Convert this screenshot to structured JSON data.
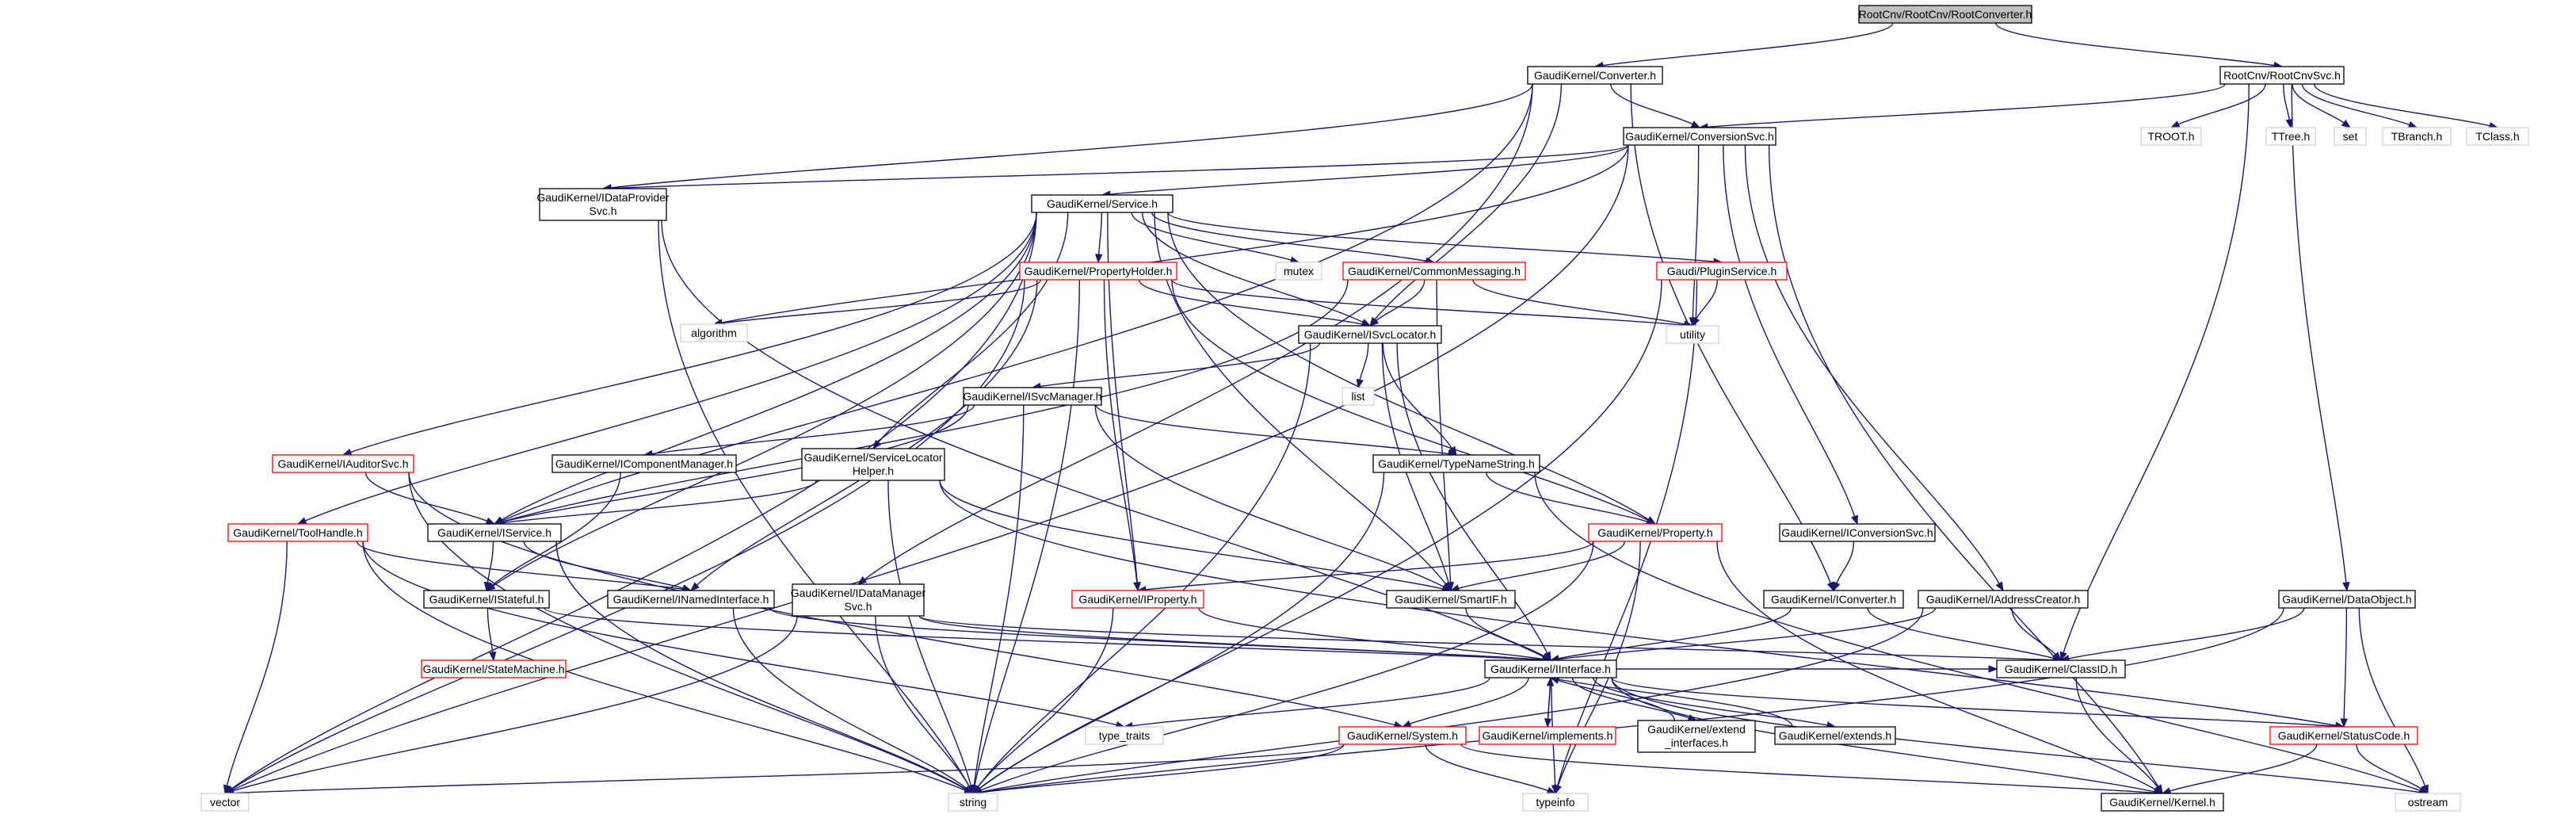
{
  "colors": {
    "edge": "#191970",
    "root_fill": "#bfbfbf",
    "black_border": "#000000",
    "red_border": "#ff0000",
    "plain_border": "#d3d3d3",
    "node_fill": "#ffffff"
  },
  "nodes": [
    {
      "id": "root",
      "label": "RootCnv/RootCnv/RootConverter.h",
      "style": "root"
    },
    {
      "id": "converter",
      "label": "GaudiKernel/Converter.h",
      "style": "black"
    },
    {
      "id": "rootcnvsvc",
      "label": "RootCnv/RootCnvSvc.h",
      "style": "black"
    },
    {
      "id": "conversionsvc",
      "label": "GaudiKernel/ConversionSvc.h",
      "style": "black"
    },
    {
      "id": "troot",
      "label": "TROOT.h",
      "style": "plain"
    },
    {
      "id": "ttree",
      "label": "TTree.h",
      "style": "plain"
    },
    {
      "id": "set",
      "label": "set",
      "style": "plain"
    },
    {
      "id": "tbranch",
      "label": "TBranch.h",
      "style": "plain"
    },
    {
      "id": "tclass",
      "label": "TClass.h",
      "style": "plain"
    },
    {
      "id": "idataprovidersvc",
      "label": "GaudiKernel/IDataProvider Svc.h",
      "style": "black"
    },
    {
      "id": "service",
      "label": "GaudiKernel/Service.h",
      "style": "black"
    },
    {
      "id": "propertyholder",
      "label": "GaudiKernel/PropertyHolder.h",
      "style": "red"
    },
    {
      "id": "mutex",
      "label": "mutex",
      "style": "plain"
    },
    {
      "id": "commonmessaging",
      "label": "GaudiKernel/CommonMessaging.h",
      "style": "red"
    },
    {
      "id": "pluginservice",
      "label": "Gaudi/PluginService.h",
      "style": "red"
    },
    {
      "id": "algorithm",
      "label": "algorithm",
      "style": "plain"
    },
    {
      "id": "isvclocator",
      "label": "GaudiKernel/ISvcLocator.h",
      "style": "black"
    },
    {
      "id": "utility",
      "label": "utility",
      "style": "plain"
    },
    {
      "id": "list",
      "label": "list",
      "style": "plain"
    },
    {
      "id": "isvcmanager",
      "label": "GaudiKernel/ISvcManager.h",
      "style": "black"
    },
    {
      "id": "iauditorsvc",
      "label": "GaudiKernel/IAuditorSvc.h",
      "style": "red"
    },
    {
      "id": "icomponentmanager",
      "label": "GaudiKernel/IComponentManager.h",
      "style": "black"
    },
    {
      "id": "servicelocatorhelper",
      "label": "GaudiKernel/ServiceLocator Helper.h",
      "style": "black"
    },
    {
      "id": "typenamestring",
      "label": "GaudiKernel/TypeNameString.h",
      "style": "black"
    },
    {
      "id": "toolhandle",
      "label": "GaudiKernel/ToolHandle.h",
      "style": "red"
    },
    {
      "id": "iservice",
      "label": "GaudiKernel/IService.h",
      "style": "black"
    },
    {
      "id": "property",
      "label": "GaudiKernel/Property.h",
      "style": "red"
    },
    {
      "id": "iconversionsvc",
      "label": "GaudiKernel/IConversionSvc.h",
      "style": "black"
    },
    {
      "id": "istateful",
      "label": "GaudiKernel/IStateful.h",
      "style": "black"
    },
    {
      "id": "inamedinterface",
      "label": "GaudiKernel/INamedInterface.h",
      "style": "black"
    },
    {
      "id": "idatamanagersvc",
      "label": "GaudiKernel/IDataManager Svc.h",
      "style": "black"
    },
    {
      "id": "iproperty",
      "label": "GaudiKernel/IProperty.h",
      "style": "red"
    },
    {
      "id": "smartif",
      "label": "GaudiKernel/SmartIF.h",
      "style": "black"
    },
    {
      "id": "iconverter",
      "label": "GaudiKernel/IConverter.h",
      "style": "black"
    },
    {
      "id": "addresscreator",
      "label": "GaudiKernel/IAddressCreator.h",
      "style": "black"
    },
    {
      "id": "dataobject",
      "label": "GaudiKernel/DataObject.h",
      "style": "black"
    },
    {
      "id": "statemachine",
      "label": "GaudiKernel/StateMachine.h",
      "style": "red"
    },
    {
      "id": "iinterface",
      "label": "GaudiKernel/IInterface.h",
      "style": "black"
    },
    {
      "id": "classid",
      "label": "GaudiKernel/ClassID.h",
      "style": "black"
    },
    {
      "id": "typetraits",
      "label": "type_traits",
      "style": "plain"
    },
    {
      "id": "system",
      "label": "GaudiKernel/System.h",
      "style": "red"
    },
    {
      "id": "implements",
      "label": "GaudiKernel/implements.h",
      "style": "red"
    },
    {
      "id": "extendinterfaces",
      "label": "GaudiKernel/extend _interfaces.h",
      "style": "black"
    },
    {
      "id": "extends",
      "label": "GaudiKernel/extends.h",
      "style": "black"
    },
    {
      "id": "statuscode",
      "label": "GaudiKernel/StatusCode.h",
      "style": "red"
    },
    {
      "id": "vector",
      "label": "vector",
      "style": "plain"
    },
    {
      "id": "string",
      "label": "string",
      "style": "plain"
    },
    {
      "id": "typeinfo",
      "label": "typeinfo",
      "style": "plain"
    },
    {
      "id": "kernel",
      "label": "GaudiKernel/Kernel.h",
      "style": "black"
    },
    {
      "id": "ostream",
      "label": "ostream",
      "style": "plain"
    }
  ],
  "edges": [
    [
      "root",
      "converter"
    ],
    [
      "root",
      "rootcnvsvc"
    ],
    [
      "converter",
      "conversionsvc"
    ],
    [
      "converter",
      "idataprovidersvc"
    ],
    [
      "converter",
      "isvclocator"
    ],
    [
      "converter",
      "iservice"
    ],
    [
      "converter",
      "idatamanagersvc"
    ],
    [
      "converter",
      "iconverter"
    ],
    [
      "rootcnvsvc",
      "conversionsvc"
    ],
    [
      "rootcnvsvc",
      "troot"
    ],
    [
      "rootcnvsvc",
      "ttree"
    ],
    [
      "rootcnvsvc",
      "set"
    ],
    [
      "rootcnvsvc",
      "tbranch"
    ],
    [
      "rootcnvsvc",
      "tclass"
    ],
    [
      "rootcnvsvc",
      "dataobject"
    ],
    [
      "rootcnvsvc",
      "classid"
    ],
    [
      "conversionsvc",
      "idataprovidersvc"
    ],
    [
      "conversionsvc",
      "service"
    ],
    [
      "conversionsvc",
      "iconversionsvc"
    ],
    [
      "conversionsvc",
      "addresscreator"
    ],
    [
      "conversionsvc",
      "utility"
    ],
    [
      "conversionsvc",
      "vector"
    ],
    [
      "conversionsvc",
      "algorithm"
    ],
    [
      "conversionsvc",
      "kernel"
    ],
    [
      "idataprovidersvc",
      "iinterface"
    ],
    [
      "idataprovidersvc",
      "string"
    ],
    [
      "service",
      "propertyholder"
    ],
    [
      "service",
      "mutex"
    ],
    [
      "service",
      "commonmessaging"
    ],
    [
      "service",
      "pluginservice"
    ],
    [
      "service",
      "isvclocator"
    ],
    [
      "service",
      "iauditorsvc"
    ],
    [
      "service",
      "servicelocatorhelper"
    ],
    [
      "service",
      "toolhandle"
    ],
    [
      "service",
      "iservice"
    ],
    [
      "service",
      "property"
    ],
    [
      "service",
      "iproperty"
    ],
    [
      "service",
      "smartif"
    ],
    [
      "service",
      "istateful"
    ],
    [
      "service",
      "vector"
    ],
    [
      "propertyholder",
      "algorithm"
    ],
    [
      "propertyholder",
      "utility"
    ],
    [
      "propertyholder",
      "isvclocator"
    ],
    [
      "propertyholder",
      "property"
    ],
    [
      "propertyholder",
      "iproperty"
    ],
    [
      "propertyholder",
      "inamedinterface"
    ],
    [
      "propertyholder",
      "string"
    ],
    [
      "propertyholder",
      "vector"
    ],
    [
      "commonmessaging",
      "isvclocator"
    ],
    [
      "commonmessaging",
      "utility"
    ],
    [
      "commonmessaging",
      "smartif"
    ],
    [
      "commonmessaging",
      "iservice"
    ],
    [
      "pluginservice",
      "utility"
    ],
    [
      "pluginservice",
      "string"
    ],
    [
      "pluginservice",
      "typeinfo"
    ],
    [
      "isvclocator",
      "list"
    ],
    [
      "isvclocator",
      "isvcmanager"
    ],
    [
      "isvclocator",
      "typenamestring"
    ],
    [
      "isvclocator",
      "smartif"
    ],
    [
      "isvclocator",
      "iinterface"
    ],
    [
      "isvclocator",
      "string"
    ],
    [
      "isvcmanager",
      "iservice"
    ],
    [
      "isvcmanager",
      "icomponentmanager"
    ],
    [
      "isvcmanager",
      "typenamestring"
    ],
    [
      "isvcmanager",
      "smartif"
    ],
    [
      "isvcmanager",
      "string"
    ],
    [
      "iauditorsvc",
      "iservice"
    ],
    [
      "iauditorsvc",
      "system"
    ],
    [
      "iauditorsvc",
      "string"
    ],
    [
      "icomponentmanager",
      "istateful"
    ],
    [
      "servicelocatorhelper",
      "iservice"
    ],
    [
      "servicelocatorhelper",
      "smartif"
    ],
    [
      "servicelocatorhelper",
      "statuscode"
    ],
    [
      "servicelocatorhelper",
      "string"
    ],
    [
      "typenamestring",
      "property"
    ],
    [
      "typenamestring",
      "ostream"
    ],
    [
      "typenamestring",
      "string"
    ],
    [
      "toolhandle",
      "inamedinterface"
    ],
    [
      "toolhandle",
      "typetraits"
    ],
    [
      "toolhandle",
      "vector"
    ],
    [
      "toolhandle",
      "string"
    ],
    [
      "iservice",
      "istateful"
    ],
    [
      "iservice",
      "inamedinterface"
    ],
    [
      "iservice",
      "string"
    ],
    [
      "property",
      "iproperty"
    ],
    [
      "property",
      "smartif"
    ],
    [
      "property",
      "kernel"
    ],
    [
      "property",
      "string"
    ],
    [
      "property",
      "typeinfo"
    ],
    [
      "iconversionsvc",
      "iconverter"
    ],
    [
      "istateful",
      "iinterface"
    ],
    [
      "istateful",
      "statemachine"
    ],
    [
      "inamedinterface",
      "iinterface"
    ],
    [
      "inamedinterface",
      "string"
    ],
    [
      "idatamanagersvc",
      "iinterface"
    ],
    [
      "idatamanagersvc",
      "classid"
    ],
    [
      "idatamanagersvc",
      "string"
    ],
    [
      "idatamanagersvc",
      "vector"
    ],
    [
      "iproperty",
      "iinterface"
    ],
    [
      "iproperty",
      "string"
    ],
    [
      "smartif",
      "iinterface"
    ],
    [
      "iconverter",
      "iinterface"
    ],
    [
      "iconverter",
      "classid"
    ],
    [
      "addresscreator",
      "iinterface"
    ],
    [
      "addresscreator",
      "classid"
    ],
    [
      "addresscreator",
      "string"
    ],
    [
      "dataobject",
      "classid"
    ],
    [
      "dataobject",
      "statuscode"
    ],
    [
      "dataobject",
      "string"
    ],
    [
      "dataobject",
      "ostream"
    ],
    [
      "iinterface",
      "typetraits"
    ],
    [
      "iinterface",
      "system"
    ],
    [
      "iinterface",
      "implements"
    ],
    [
      "iinterface",
      "extendinterfaces"
    ],
    [
      "iinterface",
      "extends"
    ],
    [
      "iinterface",
      "statuscode"
    ],
    [
      "iinterface",
      "typeinfo"
    ],
    [
      "iinterface",
      "kernel"
    ],
    [
      "iinterface",
      "ostream"
    ],
    [
      "iinterface",
      "classid"
    ],
    [
      "implements",
      "iinterface"
    ],
    [
      "extendinterfaces",
      "iinterface"
    ],
    [
      "extends",
      "iinterface"
    ],
    [
      "classid",
      "kernel"
    ],
    [
      "system",
      "vector"
    ],
    [
      "system",
      "string"
    ],
    [
      "system",
      "typeinfo"
    ],
    [
      "system",
      "kernel"
    ],
    [
      "statuscode",
      "kernel"
    ],
    [
      "statuscode",
      "ostream"
    ]
  ]
}
